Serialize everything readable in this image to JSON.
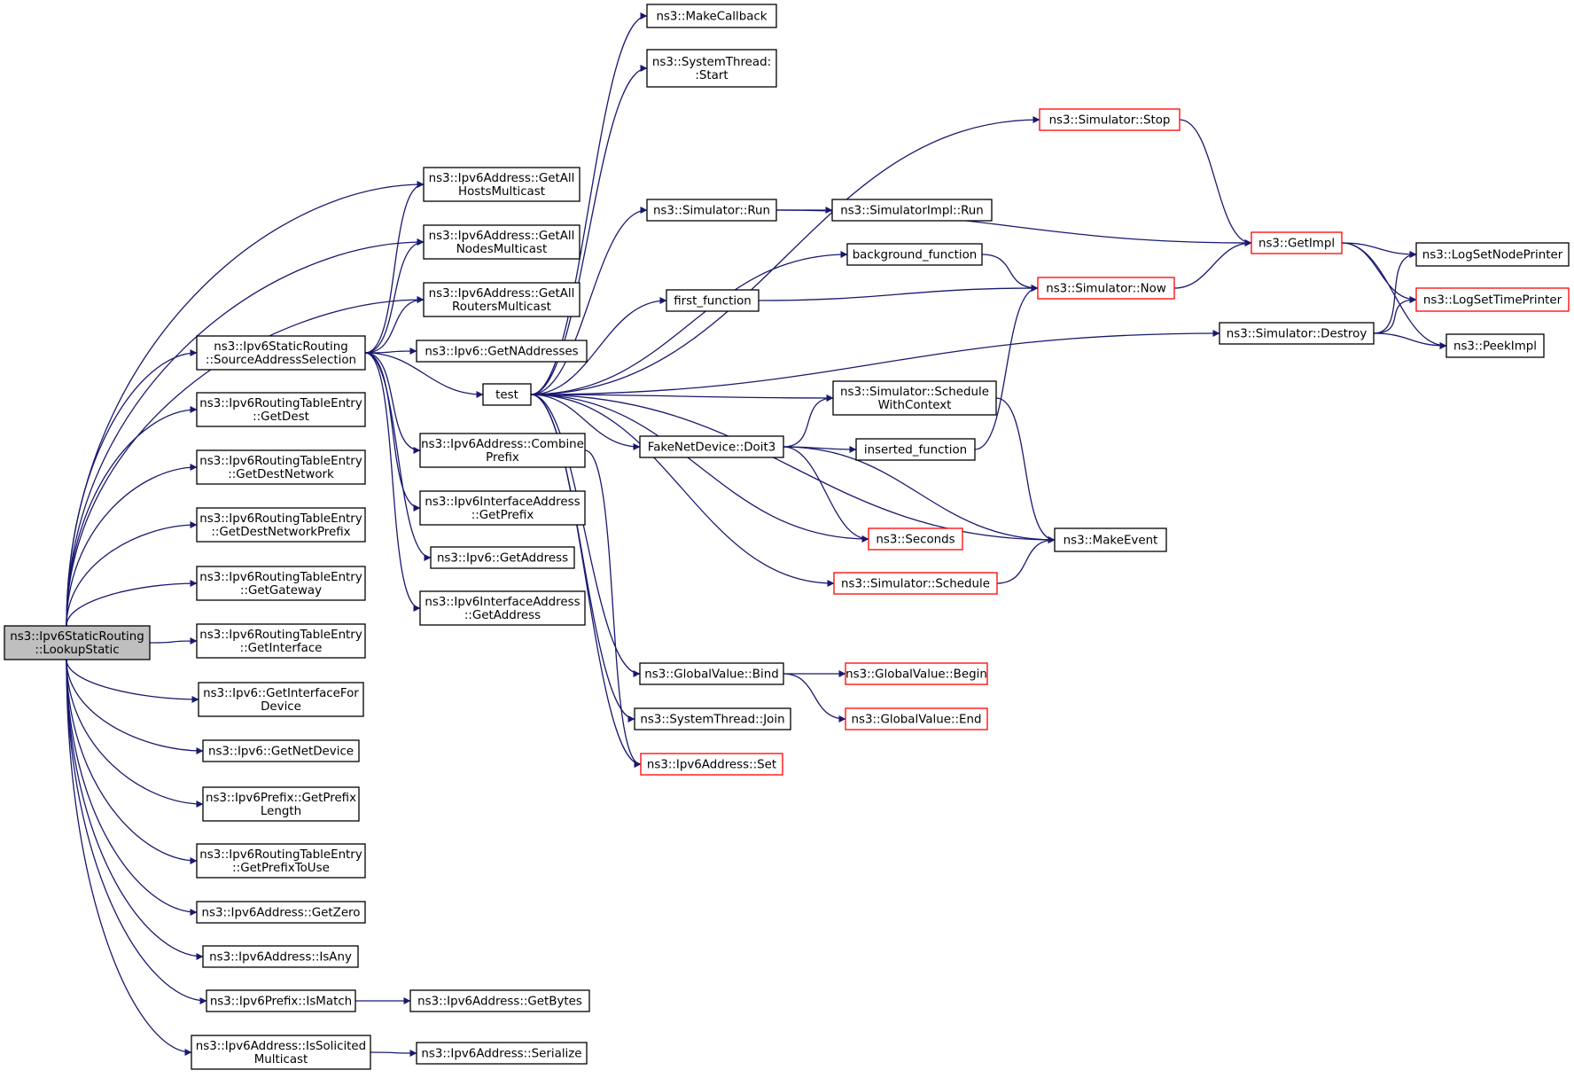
{
  "colors": {
    "edge": "#191970",
    "node_border": "#000000",
    "truncated_border": "#ff0000",
    "root_fill": "#bfbfbf"
  },
  "nodes": [
    {
      "id": "lookup",
      "lines": [
        "ns3::Ipv6StaticRouting",
        "::LookupStatic"
      ],
      "root": true
    },
    {
      "id": "srcsel",
      "lines": [
        "ns3::Ipv6StaticRouting",
        "::SourceAddressSelection"
      ]
    },
    {
      "id": "getdest",
      "lines": [
        "ns3::Ipv6RoutingTableEntry",
        "::GetDest"
      ]
    },
    {
      "id": "getdestnet",
      "lines": [
        "ns3::Ipv6RoutingTableEntry",
        "::GetDestNetwork"
      ]
    },
    {
      "id": "getdestnetpfx",
      "lines": [
        "ns3::Ipv6RoutingTableEntry",
        "::GetDestNetworkPrefix"
      ]
    },
    {
      "id": "getgateway",
      "lines": [
        "ns3::Ipv6RoutingTableEntry",
        "::GetGateway"
      ]
    },
    {
      "id": "getinterface",
      "lines": [
        "ns3::Ipv6RoutingTableEntry",
        "::GetInterface"
      ]
    },
    {
      "id": "getiffordev",
      "lines": [
        "ns3::Ipv6::GetInterfaceFor",
        "Device"
      ]
    },
    {
      "id": "getnetdev",
      "lines": [
        "ns3::Ipv6::GetNetDevice"
      ]
    },
    {
      "id": "getpfxlen",
      "lines": [
        "ns3::Ipv6Prefix::GetPrefix",
        "Length"
      ]
    },
    {
      "id": "getpfxtouse",
      "lines": [
        "ns3::Ipv6RoutingTableEntry",
        "::GetPrefixToUse"
      ]
    },
    {
      "id": "getzero",
      "lines": [
        "ns3::Ipv6Address::GetZero"
      ]
    },
    {
      "id": "isany",
      "lines": [
        "ns3::Ipv6Address::IsAny"
      ]
    },
    {
      "id": "ismatch",
      "lines": [
        "ns3::Ipv6Prefix::IsMatch"
      ]
    },
    {
      "id": "issolicited",
      "lines": [
        "ns3::Ipv6Address::IsSolicited",
        "Multicast"
      ]
    },
    {
      "id": "getbytes",
      "lines": [
        "ns3::Ipv6Address::GetBytes"
      ]
    },
    {
      "id": "serialize",
      "lines": [
        "ns3::Ipv6Address::Serialize"
      ]
    },
    {
      "id": "hostsmc",
      "lines": [
        "ns3::Ipv6Address::GetAll",
        "HostsMulticast"
      ]
    },
    {
      "id": "nodesmc",
      "lines": [
        "ns3::Ipv6Address::GetAll",
        "NodesMulticast"
      ]
    },
    {
      "id": "routersmc",
      "lines": [
        "ns3::Ipv6Address::GetAll",
        "RoutersMulticast"
      ]
    },
    {
      "id": "getnaddr",
      "lines": [
        "ns3::Ipv6::GetNAddresses"
      ]
    },
    {
      "id": "test",
      "lines": [
        "test"
      ]
    },
    {
      "id": "combine",
      "lines": [
        "ns3::Ipv6Address::Combine",
        "Prefix"
      ]
    },
    {
      "id": "ifaddrpfx",
      "lines": [
        "ns3::Ipv6InterfaceAddress",
        "::GetPrefix"
      ]
    },
    {
      "id": "ipv6getaddr",
      "lines": [
        "ns3::Ipv6::GetAddress"
      ]
    },
    {
      "id": "ifaddrgetaddr",
      "lines": [
        "ns3::Ipv6InterfaceAddress",
        "::GetAddress"
      ]
    },
    {
      "id": "makecb",
      "lines": [
        "ns3::MakeCallback"
      ]
    },
    {
      "id": "thrstart",
      "lines": [
        "ns3::SystemThread:",
        ":Start"
      ]
    },
    {
      "id": "simrun",
      "lines": [
        "ns3::Simulator::Run"
      ]
    },
    {
      "id": "firstfn",
      "lines": [
        "first_function"
      ]
    },
    {
      "id": "doit3",
      "lines": [
        "FakeNetDevice::Doit3"
      ]
    },
    {
      "id": "gvbind",
      "lines": [
        "ns3::GlobalValue::Bind"
      ]
    },
    {
      "id": "thrjoin",
      "lines": [
        "ns3::SystemThread::Join"
      ]
    },
    {
      "id": "ipv6set",
      "lines": [
        "ns3::Ipv6Address::Set"
      ],
      "red": true
    },
    {
      "id": "simstop",
      "lines": [
        "ns3::Simulator::Stop"
      ],
      "red": true
    },
    {
      "id": "implrun",
      "lines": [
        "ns3::SimulatorImpl::Run"
      ]
    },
    {
      "id": "bgfn",
      "lines": [
        "background_function"
      ]
    },
    {
      "id": "schedctx",
      "lines": [
        "ns3::Simulator::Schedule",
        "WithContext"
      ]
    },
    {
      "id": "insfn",
      "lines": [
        "inserted_function"
      ]
    },
    {
      "id": "seconds",
      "lines": [
        "ns3::Seconds"
      ],
      "red": true
    },
    {
      "id": "simsched",
      "lines": [
        "ns3::Simulator::Schedule"
      ],
      "red": true
    },
    {
      "id": "gvbegin",
      "lines": [
        "ns3::GlobalValue::Begin"
      ],
      "red": true
    },
    {
      "id": "gvend",
      "lines": [
        "ns3::GlobalValue::End"
      ],
      "red": true
    },
    {
      "id": "simnow",
      "lines": [
        "ns3::Simulator::Now"
      ],
      "red": true
    },
    {
      "id": "simdestroy",
      "lines": [
        "ns3::Simulator::Destroy"
      ]
    },
    {
      "id": "makeevent",
      "lines": [
        "ns3::MakeEvent"
      ]
    },
    {
      "id": "getimpl",
      "lines": [
        "ns3::GetImpl"
      ],
      "red": true
    },
    {
      "id": "lognode",
      "lines": [
        "ns3::LogSetNodePrinter"
      ]
    },
    {
      "id": "logtime",
      "lines": [
        "ns3::LogSetTimePrinter"
      ],
      "red": true
    },
    {
      "id": "peekimpl",
      "lines": [
        "ns3::PeekImpl"
      ]
    }
  ],
  "edges": [
    [
      "lookup",
      "srcsel"
    ],
    [
      "lookup",
      "getdest"
    ],
    [
      "lookup",
      "getdestnet"
    ],
    [
      "lookup",
      "getdestnetpfx"
    ],
    [
      "lookup",
      "getgateway"
    ],
    [
      "lookup",
      "getinterface"
    ],
    [
      "lookup",
      "getiffordev"
    ],
    [
      "lookup",
      "getnetdev"
    ],
    [
      "lookup",
      "getpfxlen"
    ],
    [
      "lookup",
      "getpfxtouse"
    ],
    [
      "lookup",
      "getzero"
    ],
    [
      "lookup",
      "isany"
    ],
    [
      "lookup",
      "ismatch"
    ],
    [
      "lookup",
      "issolicited"
    ],
    [
      "lookup",
      "hostsmc"
    ],
    [
      "lookup",
      "nodesmc"
    ],
    [
      "lookup",
      "routersmc"
    ],
    [
      "ismatch",
      "getbytes"
    ],
    [
      "issolicited",
      "serialize"
    ],
    [
      "srcsel",
      "hostsmc"
    ],
    [
      "srcsel",
      "nodesmc"
    ],
    [
      "srcsel",
      "routersmc"
    ],
    [
      "srcsel",
      "getnaddr"
    ],
    [
      "srcsel",
      "test"
    ],
    [
      "srcsel",
      "combine"
    ],
    [
      "srcsel",
      "ifaddrpfx"
    ],
    [
      "srcsel",
      "ipv6getaddr"
    ],
    [
      "srcsel",
      "ifaddrgetaddr"
    ],
    [
      "combine",
      "ipv6set"
    ],
    [
      "test",
      "makecb"
    ],
    [
      "test",
      "thrstart"
    ],
    [
      "test",
      "simstop"
    ],
    [
      "test",
      "simrun"
    ],
    [
      "test",
      "bgfn"
    ],
    [
      "test",
      "firstfn"
    ],
    [
      "test",
      "simdestroy"
    ],
    [
      "test",
      "schedctx"
    ],
    [
      "test",
      "doit3"
    ],
    [
      "test",
      "seconds"
    ],
    [
      "test",
      "simsched"
    ],
    [
      "test",
      "makeevent"
    ],
    [
      "test",
      "gvbind"
    ],
    [
      "test",
      "thrjoin"
    ],
    [
      "test",
      "ipv6set"
    ],
    [
      "simrun",
      "implrun"
    ],
    [
      "simrun",
      "getimpl"
    ],
    [
      "simstop",
      "getimpl"
    ],
    [
      "bgfn",
      "simnow"
    ],
    [
      "firstfn",
      "simnow"
    ],
    [
      "simnow",
      "getimpl"
    ],
    [
      "doit3",
      "schedctx"
    ],
    [
      "doit3",
      "insfn"
    ],
    [
      "doit3",
      "seconds"
    ],
    [
      "doit3",
      "makeevent"
    ],
    [
      "insfn",
      "simnow"
    ],
    [
      "schedctx",
      "makeevent"
    ],
    [
      "simsched",
      "makeevent"
    ],
    [
      "gvbind",
      "gvbegin"
    ],
    [
      "gvbind",
      "gvend"
    ],
    [
      "getimpl",
      "lognode"
    ],
    [
      "getimpl",
      "logtime"
    ],
    [
      "getimpl",
      "peekimpl"
    ],
    [
      "simdestroy",
      "lognode"
    ],
    [
      "simdestroy",
      "logtime"
    ],
    [
      "simdestroy",
      "peekimpl"
    ]
  ]
}
